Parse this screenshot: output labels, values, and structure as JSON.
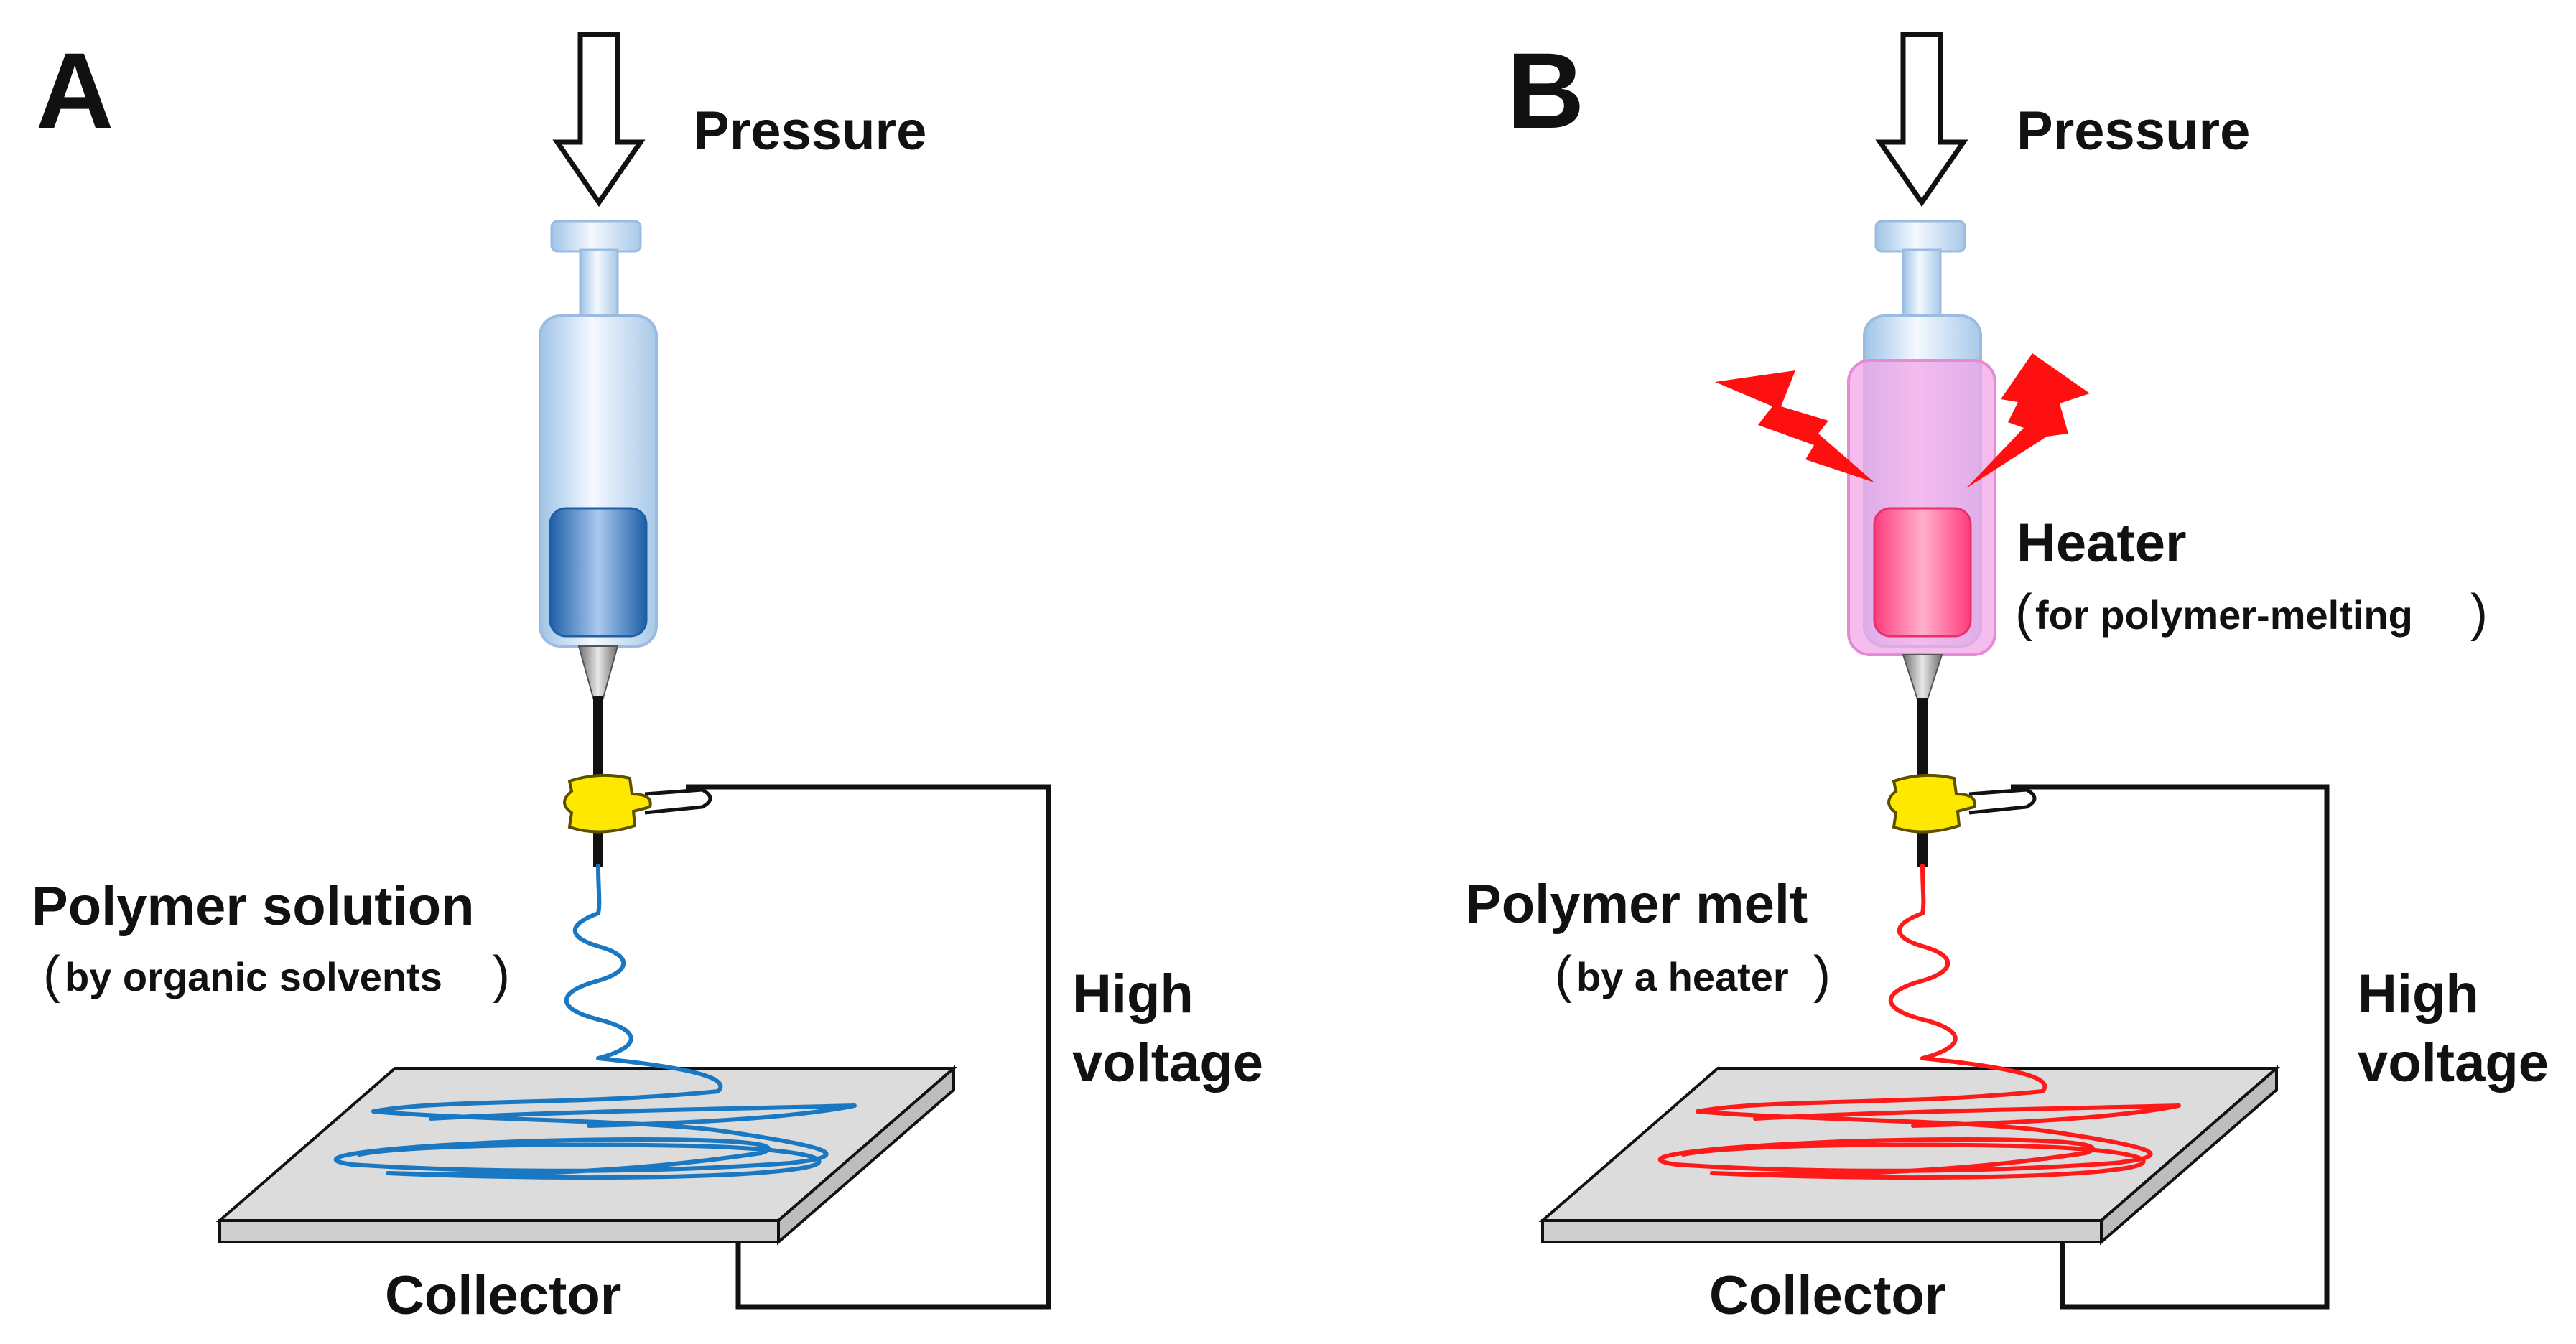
{
  "colors": {
    "solution": "#1a78c2",
    "melt": "#ff1a1a",
    "syringe_fill_a": "#2a6fb8",
    "syringe_fill_b": "#ff4f8a",
    "heater": "#f3a6e8",
    "bolt": "#ff1010",
    "clamp": "#ffe800",
    "collector": "#dcdcdc"
  },
  "panels": [
    {
      "letter": "A",
      "pressure_label": "Pressure",
      "polymer_title": "Polymer solution",
      "polymer_sub": "by organic solvents",
      "voltage_line1": "High",
      "voltage_line2": "voltage",
      "collector_label": "Collector"
    },
    {
      "letter": "B",
      "pressure_label": "Pressure",
      "heater_title": "Heater",
      "heater_sub": "for polymer-melting",
      "polymer_title": "Polymer melt",
      "polymer_sub": "by a heater",
      "voltage_line1": "High",
      "voltage_line2": "voltage",
      "collector_label": "Collector"
    }
  ]
}
